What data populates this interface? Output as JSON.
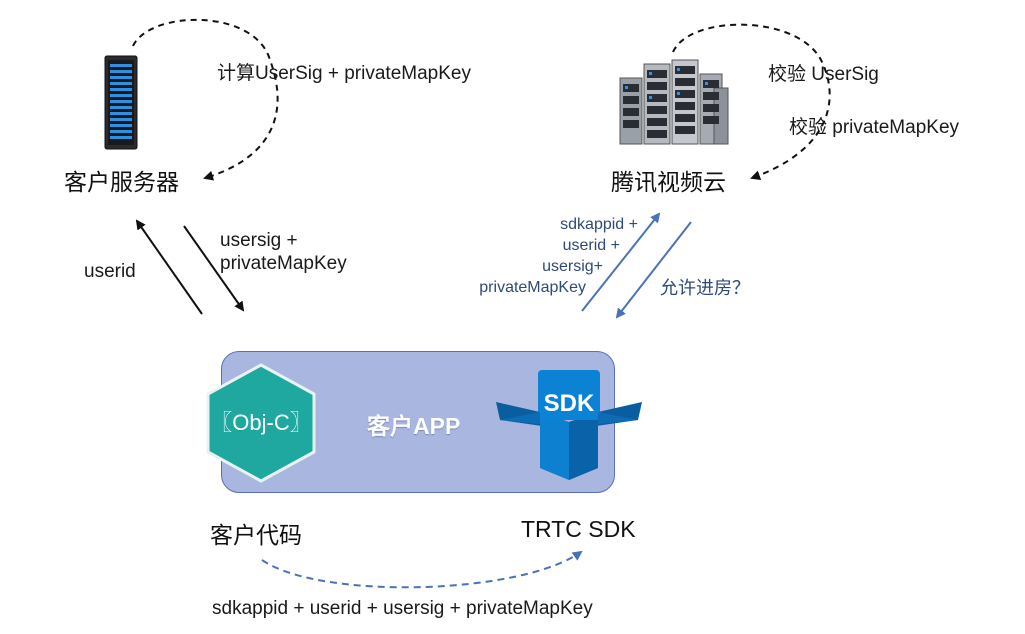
{
  "customer_server": {
    "title": "客户服务器",
    "loop_label": "计算UserSig + privateMapKey"
  },
  "tencent_cloud": {
    "title": "腾讯视频云",
    "verify_usersig": "校验 UserSig",
    "verify_privatemapkey": "校验 privateMapKey"
  },
  "server_exchange": {
    "request_label": "userid",
    "response_label_line1": "usersig +",
    "response_label_line2": "privateMapKey"
  },
  "cloud_exchange": {
    "request_lines": [
      "sdkappid +",
      "userid +",
      "usersig+",
      "privateMapKey"
    ],
    "response_label": "允许进房？"
  },
  "app": {
    "title": "客户APP",
    "objc_badge": "〖Obj-C〗",
    "sdk_badge": "SDK",
    "client_code_label": "客户代码",
    "trtc_sdk_label": "TRTC SDK"
  },
  "bottom_flow_label": "sdkappid + userid + usersig + privateMapKey",
  "colors": {
    "app_box": "#a9b6e0",
    "objc_hex": "#1fa8a0",
    "sdk_box": "#0b78c6",
    "blue_arrow": "#4a72b8"
  }
}
